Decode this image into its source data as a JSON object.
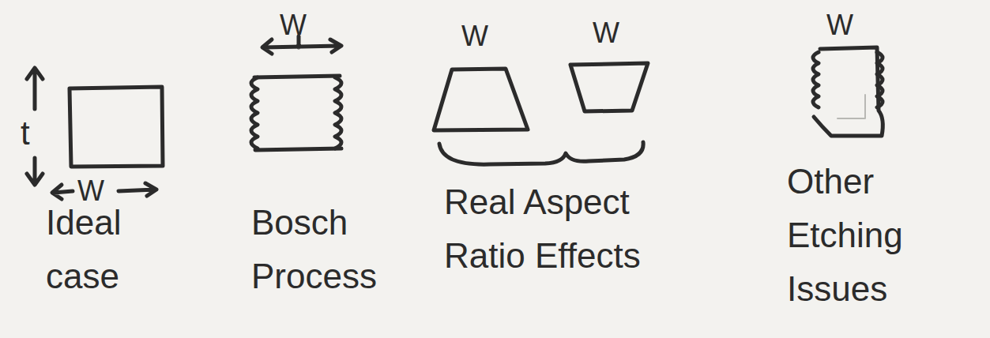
{
  "diagram": {
    "labels": [
      "t",
      "W",
      "Ideal case",
      "W",
      "Bosch Process",
      "W",
      "W",
      "Real Aspect Ratio Effects",
      "W",
      "Other Etching Issues"
    ]
  }
}
